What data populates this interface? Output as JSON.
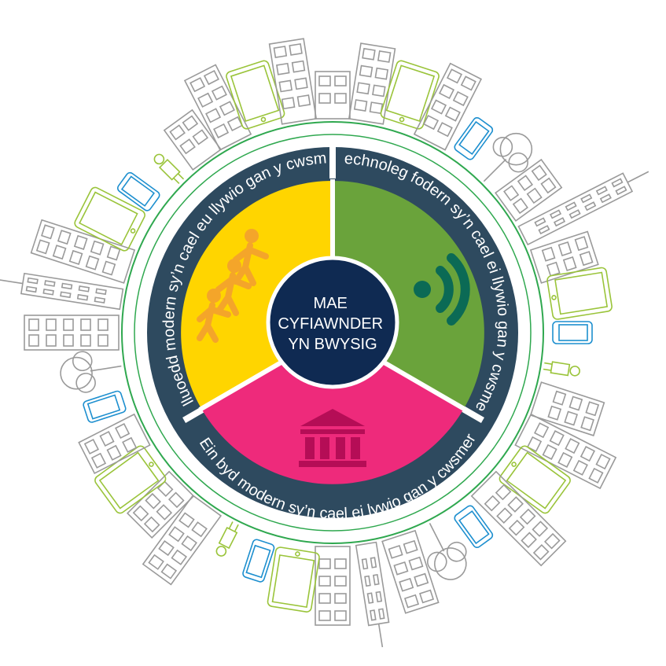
{
  "center": {
    "lines": [
      "MAE",
      "CYFIAWNDER",
      "YN BWYSIG"
    ]
  },
  "ring_labels": {
    "left": "Galluoedd modern sy’n cael eu llywio gan y cwsmer",
    "right": "Technoleg fodern sy’n cael ei llywio gan y cwsmer",
    "bottom": "Ein byd modern sy’n cael ei lywio gan y cwsmer"
  },
  "segments": [
    {
      "id": "people",
      "color": "#ffd500",
      "icon": "people-walking-icon",
      "icon_color": "#f4a52a"
    },
    {
      "id": "technology",
      "color": "#6aa33b",
      "icon": "wireless-signal-icon",
      "icon_color": "#0b6a55"
    },
    {
      "id": "justice",
      "color": "#ee2a7b",
      "icon": "courthouse-icon",
      "icon_color": "#b50d56"
    }
  ],
  "colors": {
    "ring": "#2e4a5f",
    "center": "#0f2a52",
    "outer_line": "#2fa84f",
    "city_grey": "#9a9a9a",
    "city_green": "#9ac43a",
    "city_blue": "#1d8fcf"
  }
}
